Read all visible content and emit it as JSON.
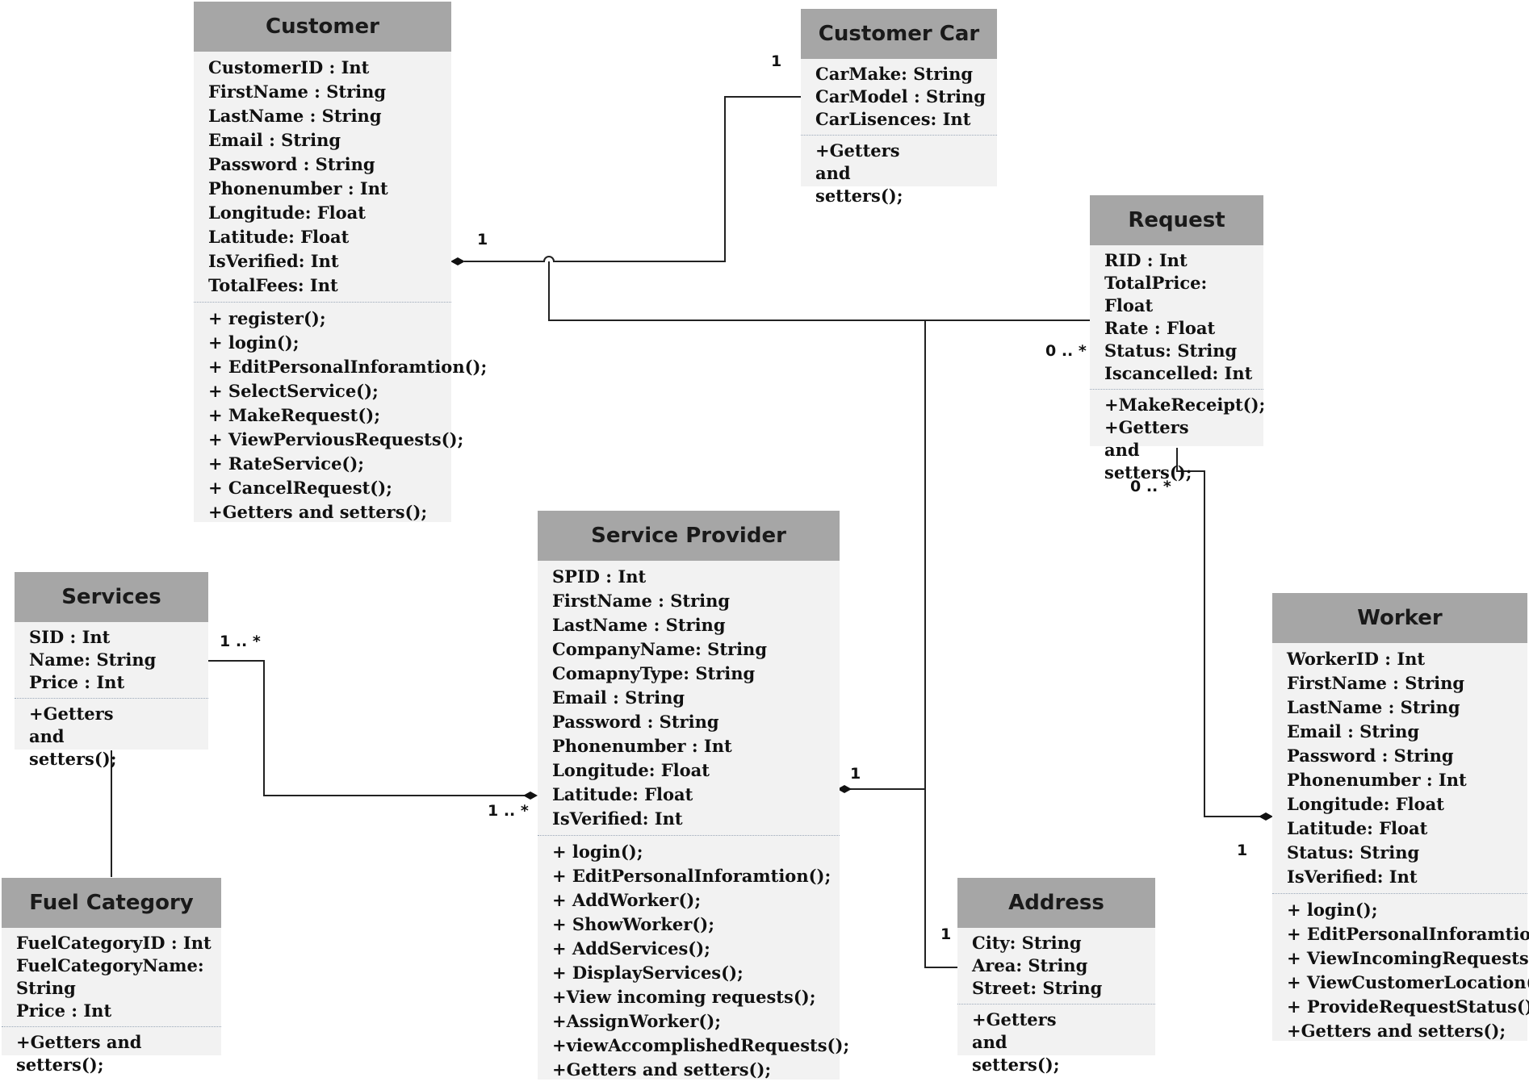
{
  "classes": {
    "customer": {
      "name": "Customer",
      "attributes": [
        "CustomerID : Int",
        "FirstName : String",
        "LastName : String",
        "Email : String",
        "Password : String",
        "Phonenumber : Int",
        "Longitude: Float",
        "Latitude: Float",
        "IsVerified: Int",
        "TotalFees: Int"
      ],
      "methods": [
        "+ register();",
        "+ login();",
        "+ EditPersonalInforamtion();",
        "+ SelectService();",
        "+ MakeRequest();",
        "+ ViewPerviousRequests();",
        "+ RateService();",
        "+ CancelRequest();",
        "+Getters and setters();"
      ]
    },
    "customer_car": {
      "name": "Customer Car",
      "attributes": [
        "CarMake: String",
        "CarModel : String",
        "CarLisences: Int"
      ],
      "methods": [
        "+Getters and setters();"
      ]
    },
    "request": {
      "name": "Request",
      "attributes": [
        "RID : Int",
        "TotalPrice: Float",
        "Rate : Float",
        "Status: String",
        "Iscancelled: Int"
      ],
      "methods": [
        "+MakeReceipt();",
        "+Getters and setters();"
      ]
    },
    "services": {
      "name": "Services",
      "attributes": [
        "SID : Int",
        "Name: String",
        "Price : Int"
      ],
      "methods": [
        "+Getters and setters();"
      ]
    },
    "service_provider": {
      "name": "Service Provider",
      "attributes": [
        "SPID : Int",
        "FirstName : String",
        "LastName : String",
        "CompanyName: String",
        "ComapnyType: String",
        "Email : String",
        "Password : String",
        "Phonenumber : Int",
        "Longitude: Float",
        "Latitude: Float",
        "IsVerified: Int"
      ],
      "methods": [
        "+ login();",
        "+ EditPersonalInforamtion();",
        "+ AddWorker();",
        "+ ShowWorker();",
        "+ AddServices();",
        "+ DisplayServices();",
        "+View incoming requests();",
        "+AssignWorker();",
        "+viewAccomplishedRequests();",
        "+Getters and setters();"
      ]
    },
    "worker": {
      "name": "Worker",
      "attributes": [
        "WorkerID : Int",
        "FirstName : String",
        "LastName : String",
        "Email : String",
        "Password : String",
        "Phonenumber : Int",
        "Longitude: Float",
        "Latitude: Float",
        "Status: String",
        "IsVerified: Int"
      ],
      "methods": [
        "+ login();",
        "+ EditPersonalInforamtion();",
        "+ ViewIncomingRequests();",
        "+ ViewCustomerLocation();",
        "+ ProvideRequestStatus();",
        "+Getters and setters();"
      ]
    },
    "fuel_category": {
      "name": "Fuel Category",
      "attributes": [
        "FuelCategoryID : Int",
        "FuelCategoryName: String",
        "Price : Int"
      ],
      "methods": [
        "+Getters and setters();"
      ]
    },
    "address": {
      "name": "Address",
      "attributes": [
        "City: String",
        "Area: String",
        "Street: String"
      ],
      "methods": [
        "+Getters and setters();"
      ]
    }
  },
  "multiplicities": {
    "customer_car_1": "1",
    "customer_1": "1",
    "request_0_many_left": "0 .. *",
    "request_0_many_bottom": "0 .. *",
    "services_1_many": "1 .. *",
    "service_provider_1_many": "1 .. *",
    "service_provider_1": "1",
    "worker_1": "1",
    "address_1": "1"
  }
}
